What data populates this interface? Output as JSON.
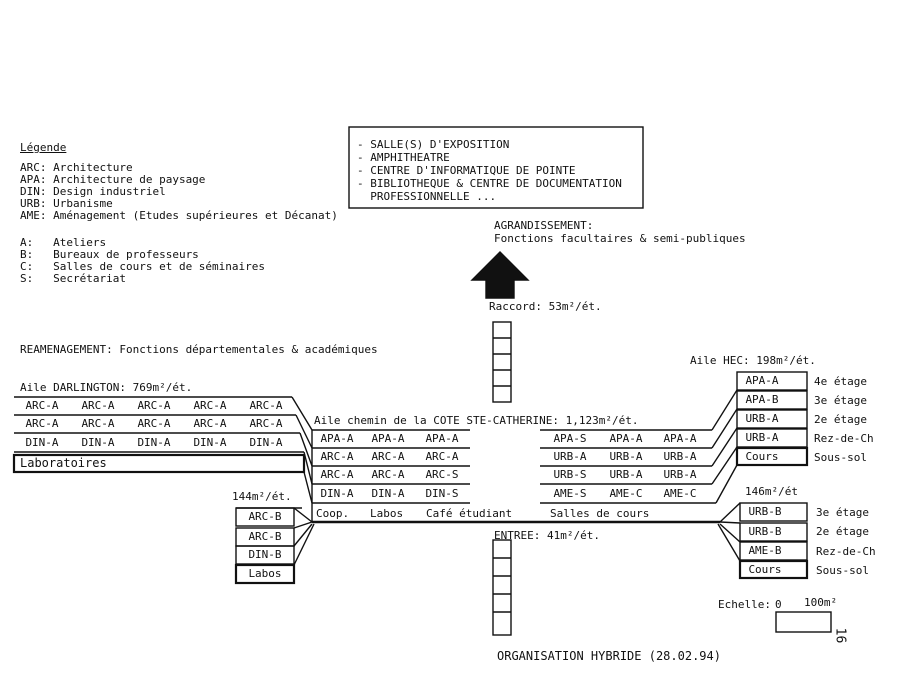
{
  "legend": {
    "title": "Légende",
    "codes": [
      "ARC: Architecture",
      "APA: Architecture de paysage",
      "DIN: Design industriel",
      "URB: Urbanisme",
      "AME: Aménagement (Etudes supérieures et Décanat)"
    ],
    "functions": [
      "A:   Ateliers",
      "B:   Bureaux de professeurs",
      "C:   Salles de cours et de séminaires",
      "S:   Secrétariat"
    ]
  },
  "exposition_box": [
    "- SALLE(S) D'EXPOSITION",
    "- AMPHITHEATRE",
    "- CENTRE D'INFORMATIQUE DE POINTE",
    "- BIBLIOTHEQUE & CENTRE DE DOCUMENTATION",
    "  PROFESSIONNELLE ..."
  ],
  "agrandissement": {
    "title": "AGRANDISSEMENT:",
    "subtitle": "Fonctions facultaires & semi-publiques"
  },
  "raccord": "Raccord: 53m²/ét.",
  "reamenagement": "REAMENAGEMENT: Fonctions départementales & académiques",
  "darlington": {
    "title": "Aile DARLINGTON: 769m²/ét.",
    "rows": [
      [
        "ARC-A",
        "ARC-A",
        "ARC-A",
        "ARC-A",
        "ARC-A"
      ],
      [
        "ARC-A",
        "ARC-A",
        "ARC-A",
        "ARC-A",
        "ARC-A"
      ],
      [
        "DIN-A",
        "DIN-A",
        "DIN-A",
        "DIN-A",
        "DIN-A"
      ]
    ],
    "labs": "Laboratoires"
  },
  "darlington_b": {
    "area": "144m²/ét.",
    "rows": [
      "ARC-B",
      "ARC-B",
      "DIN-B",
      "Labos"
    ]
  },
  "cote": {
    "title": "Aile chemin de la COTE STE-CATHERINE: 1,123m²/ét.",
    "left_rows": [
      [
        "APA-A",
        "APA-A",
        "APA-A"
      ],
      [
        "ARC-A",
        "ARC-A",
        "ARC-A"
      ],
      [
        "ARC-A",
        "ARC-A",
        "ARC-S"
      ],
      [
        "DIN-A",
        "DIN-A",
        "DIN-S"
      ],
      [
        "Coop.",
        "Labos",
        "Café étudiant"
      ]
    ],
    "right_rows": [
      [
        "APA-S",
        "APA-A",
        "APA-A"
      ],
      [
        "URB-A",
        "URB-A",
        "URB-A"
      ],
      [
        "URB-S",
        "URB-A",
        "URB-A"
      ],
      [
        "AME-S",
        "AME-C",
        "AME-C"
      ],
      [
        "Salles de cours"
      ]
    ]
  },
  "entree": "ENTREE: 41m²/ét.",
  "hec": {
    "title": "Aile HEC: 198m²/ét.",
    "rows": [
      "APA-A",
      "APA-B",
      "URB-A",
      "URB-A",
      "Cours"
    ],
    "floors": [
      "4e étage",
      "3e étage",
      "2e étage",
      "Rez-de-Ch",
      "Sous-sol"
    ]
  },
  "hec_b": {
    "area": "146m²/ét",
    "rows": [
      "URB-B",
      "URB-B",
      "AME-B",
      "Cours"
    ],
    "floors": [
      "3e étage",
      "2e étage",
      "Rez-de-Ch",
      "Sous-sol"
    ]
  },
  "scale": {
    "label": "Echelle:",
    "zero": "0",
    "max": "100m²"
  },
  "footer": "ORGANISATION HYBRIDE (28.02.94)",
  "page_number": "16"
}
